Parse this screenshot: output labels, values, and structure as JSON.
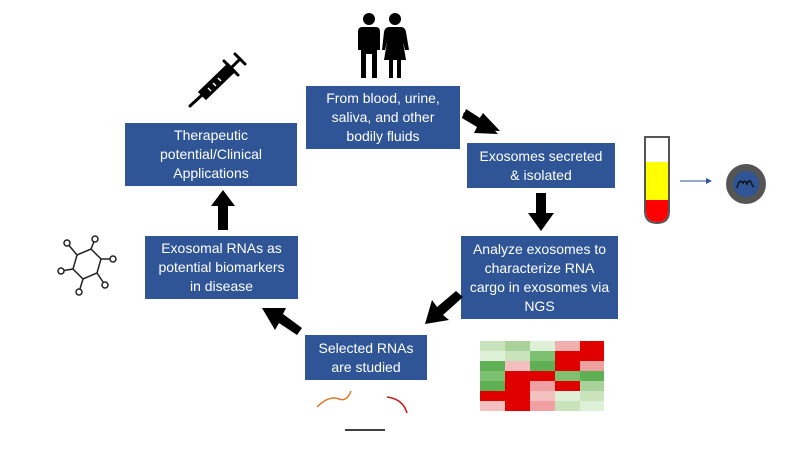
{
  "steps": {
    "source": "From blood, urine,\nsaliva, and other\nbodily fluids",
    "secreted": "Exosomes secreted\n& isolated",
    "analyze": "Analyze exosomes to\ncharacterize RNA\ncargo in exosomes via\nNGS",
    "selected": "Selected RNAs\nare studied",
    "biomarkers": "Exosomal RNAs as\npotential biomarkers\nin disease",
    "therapeutic": "Therapeutic\npotential/Clinical\nApplications"
  },
  "colors": {
    "box_fill": "#2f5597",
    "box_text": "#ffffff",
    "arrow": "#000000",
    "tube_yellow": "#ffff00",
    "tube_red": "#ff0000",
    "heatmap_red": "#e00000",
    "heatmap_green": "#5fb055"
  },
  "icons": [
    "people-icon",
    "syringe-icon",
    "test-tube-icon",
    "exosome-icon",
    "molecule-icon",
    "heatmap-icon",
    "rna-strands-icon"
  ]
}
